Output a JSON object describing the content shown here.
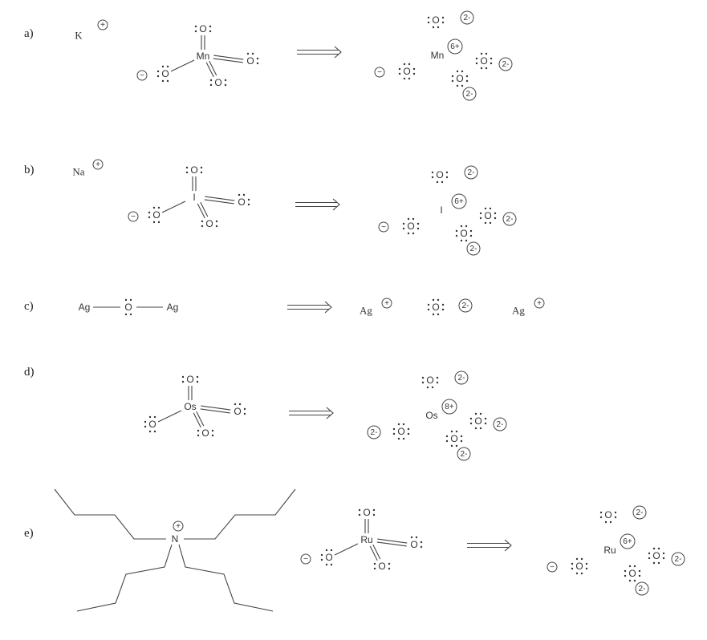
{
  "common": {
    "oxygen": "O",
    "minus": "−"
  },
  "panels": {
    "a": {
      "label": "a)",
      "cation": "K",
      "cation_charge": "+",
      "metal": "Mn",
      "product_metal": "Mn",
      "metal_charge": "6+",
      "oxide_charge": "2-"
    },
    "b": {
      "label": "b)",
      "cation": "Na",
      "cation_charge": "+",
      "metal": "I",
      "product_metal": "I",
      "metal_charge": "6+",
      "oxide_charge": "2-"
    },
    "c": {
      "label": "c)",
      "metal": "Ag",
      "cation_charge": "+",
      "oxide_charge": "2-"
    },
    "d": {
      "label": "d)",
      "metal": "Os",
      "product_metal": "Os",
      "metal_charge": "8+",
      "oxide_charge": "2-"
    },
    "e": {
      "label": "e)",
      "nitrogen": "N",
      "nitrogen_charge": "+",
      "metal": "Ru",
      "product_metal": "Ru",
      "metal_charge": "6+",
      "oxide_charge": "2-"
    }
  }
}
